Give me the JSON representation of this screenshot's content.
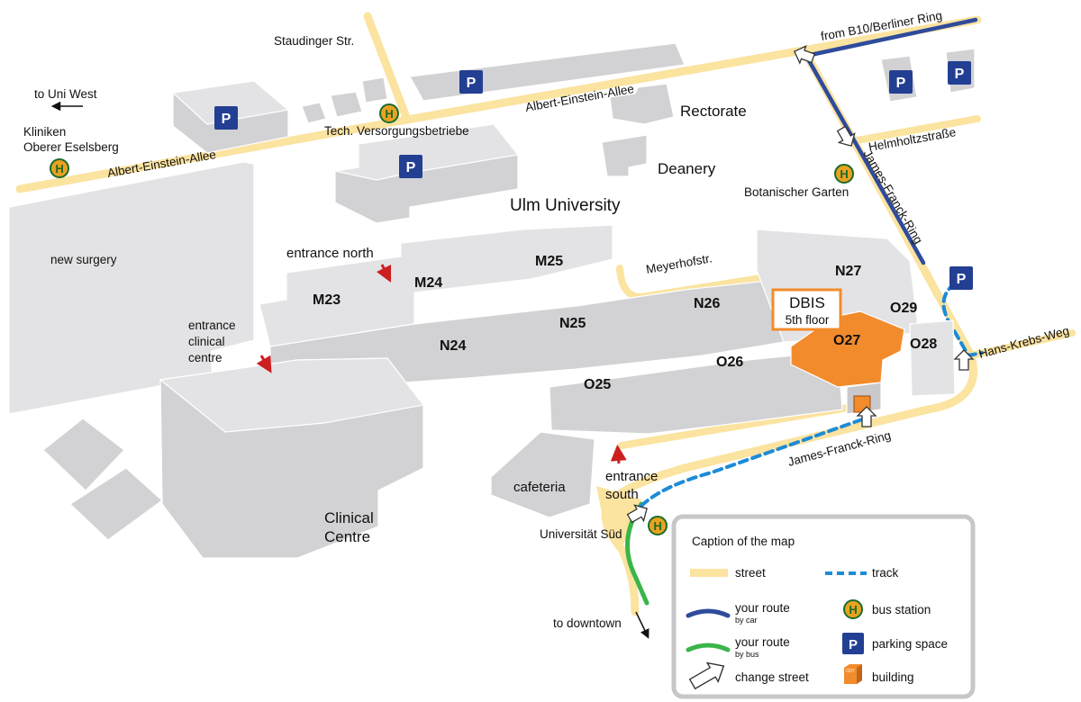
{
  "colors": {
    "street": "#fbe3a0",
    "car_route": "#2e4b9c",
    "bus_route": "#3bb54a",
    "track": "#1d8bd6",
    "building_highlight": "#f28b2c",
    "parking": "#233f93",
    "bus_stop": "#e9a21f"
  },
  "icons": {
    "parking": "parking-sign-icon",
    "bus": "bus-stop-icon",
    "change_street": "arrow-change-street-icon",
    "building": "building-block-icon",
    "entrance": "red-entrance-arrow-icon"
  },
  "map": {
    "title": "Ulm University",
    "places": {
      "to_uni_west": "to Uni West",
      "kliniken_1": "Kliniken",
      "kliniken_2": "Oberer Eselsberg",
      "staudinger": "Staudinger Str.",
      "tech": "Tech. Versorgungsbetriebe",
      "rectorate": "Rectorate",
      "deanery": "Deanery",
      "botanischer": "Botanischer Garten",
      "new_surgery": "new surgery",
      "entrance_north": "entrance north",
      "entrance_clinical_1": "entrance",
      "entrance_clinical_2": "clinical",
      "entrance_clinical_3": "centre",
      "clinical_centre_1": "Clinical",
      "clinical_centre_2": "Centre",
      "cafeteria": "cafeteria",
      "entrance_south_1": "entrance",
      "entrance_south_2": "south",
      "universitat_sud": "Universität Süd",
      "to_downtown": "to downtown",
      "dbis_1": "DBIS",
      "dbis_2": "5th floor"
    },
    "streets": {
      "albert_einstein_allee_1": "Albert-Einstein-Allee",
      "albert_einstein_allee_2": "Albert-Einstein-Allee",
      "from_b10": "from B10/Berliner Ring",
      "helmholtz": "Helmholtzstraße",
      "james_franck_ring_1": "James-Franck-Ring",
      "james_franck_ring_2": "James-Franck-Ring",
      "meyerhof": "Meyerhofstr.",
      "hans_krebs": "Hans-Krebs-Weg"
    },
    "buildings": {
      "m23": "M23",
      "m24": "M24",
      "m25": "M25",
      "n24": "N24",
      "n25": "N25",
      "n26": "N26",
      "n27": "N27",
      "o25": "O25",
      "o26": "O26",
      "o27": "O27",
      "o28": "O28",
      "o29": "O29"
    },
    "parking_label": "P",
    "bus_label": "H"
  },
  "legend": {
    "title": "Caption of the map",
    "street": "street",
    "track": "track",
    "car_route_1": "your route",
    "car_route_2": "by car",
    "bus_station": "bus station",
    "bus_route_1": "your route",
    "bus_route_2": "by bus",
    "parking_space": "parking space",
    "change_street": "change street",
    "building": "building",
    "building_icon_text": "O27"
  }
}
